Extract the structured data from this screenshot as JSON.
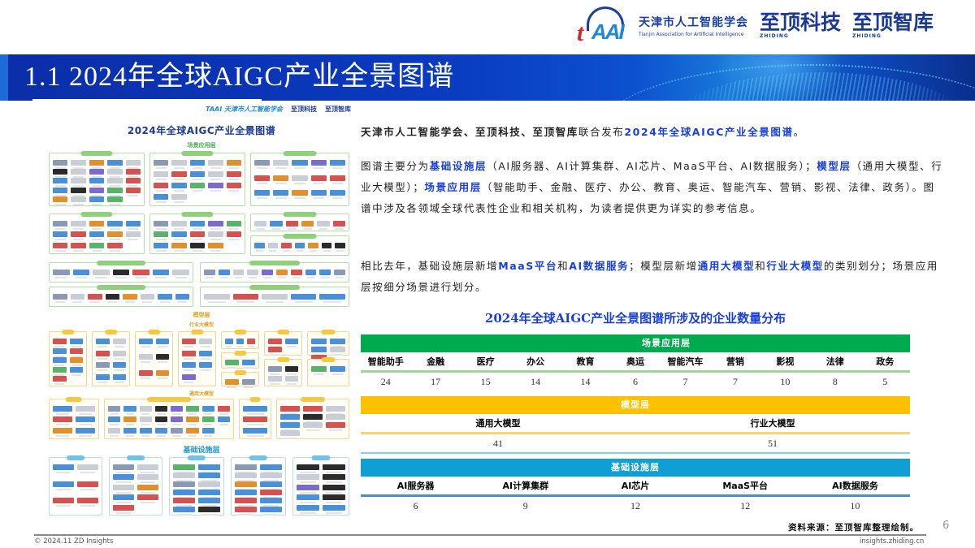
{
  "header": {
    "taai_logo": {
      "mark": "TAAI",
      "name_cn": "天津市人工智能学会",
      "name_en": "Tianjin Association for Artificial Intelligence"
    },
    "zhiding_tech": {
      "name_cn": "至顶科技",
      "name_en": "ZHIDING"
    },
    "zhiding_think": {
      "name_cn": "至顶智库",
      "name_en": "ZHIDING"
    }
  },
  "banner": {
    "title": "1.1 2024年全球AIGC产业全景图谱"
  },
  "infographic": {
    "logos": [
      "TAAI 天津市人工智能学会",
      "至顶科技",
      "至顶智库"
    ],
    "title": "2024年全球AIGC产业全景图谱",
    "layers": {
      "application": "场景应用层",
      "model": "模型层",
      "industry_model": "行业大模型",
      "general_model": "通用大模型",
      "infrastructure": "基础设施层"
    }
  },
  "text": {
    "p1": {
      "orgs": "天津市人工智能学会、至顶科技、至顶智库",
      "mid": "联合发布",
      "highlight": "2024年全球AIGC产业全景图谱",
      "end": "。"
    },
    "p2": {
      "a": "图谱主要分为",
      "h1": "基础设施层",
      "b": "（AI服务器、AI计算集群、AI芯片、MaaS平台、AI数据服务）；",
      "h2": "模型层",
      "c": "（通用大模型、行业大模型）；",
      "h3": "场景应用层",
      "d": "（智能助手、金融、医疗、办公、教育、奥运、智能汽车、营销、影视、法律、政务）。图谱中涉及各领域全球代表性企业和相关机构，为读者提供更为详实的参考信息。"
    },
    "p3": {
      "a": "相比去年，基础设施层新增",
      "h1": "MaaS平台",
      "b": "和",
      "h2": "AI数据服务",
      "c": "；模型层新增",
      "h3": "通用大模型",
      "d": "和",
      "h4": "行业大模型",
      "e": "的类别划分；场景应用层按细分场景进行划分。"
    }
  },
  "distribution": {
    "title": "2024年全球AIGC产业全景图谱所涉及的企业数量分布",
    "application_layer": {
      "label": "场景应用层",
      "color": "#00ab4f",
      "columns": [
        "智能助手",
        "金融",
        "医疗",
        "办公",
        "教育",
        "奥运",
        "智能汽车",
        "营销",
        "影视",
        "法律",
        "政务"
      ],
      "values": [
        "24",
        "17",
        "15",
        "14",
        "14",
        "6",
        "7",
        "7",
        "10",
        "8",
        "5"
      ]
    },
    "model_layer": {
      "label": "模型层",
      "color": "#ffc000",
      "columns": [
        "通用大模型",
        "行业大模型"
      ],
      "values": [
        "41",
        "51"
      ]
    },
    "infrastructure_layer": {
      "label": "基础设施层",
      "color": "#109fd5",
      "columns": [
        "AI服务器",
        "AI计算集群",
        "AI芯片",
        "MaaS平台",
        "AI数据服务"
      ],
      "values": [
        "6",
        "9",
        "12",
        "12",
        "10"
      ]
    }
  },
  "footer": {
    "source": "资料来源：至顶智库整理绘制。",
    "page_number": "6",
    "copyright": "© 2024.11 ZD Insights",
    "website": "insights.zhiding.cn"
  }
}
